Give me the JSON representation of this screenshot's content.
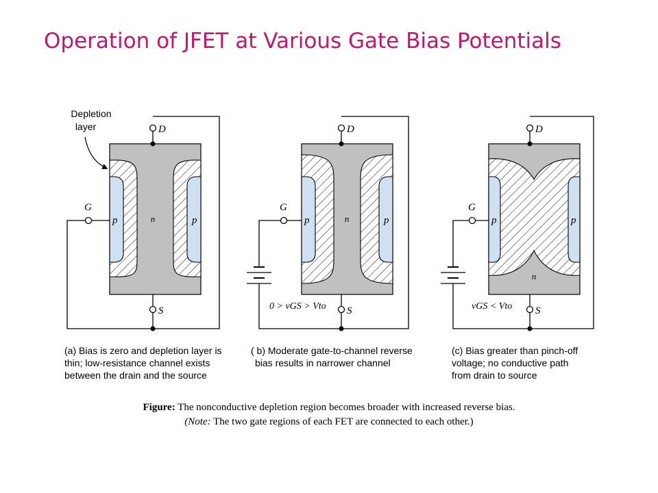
{
  "slide": {
    "title": "Operation of JFET at Various Gate Bias Potentials"
  },
  "labels": {
    "depletion_line1": "Depletion",
    "depletion_line2": "layer"
  },
  "panels": [
    {
      "id": "a",
      "gate": "G",
      "drain": "D",
      "source": "S",
      "p": "p",
      "n": "n",
      "bias_label": "",
      "caption_lines": [
        "(a) Bias is zero and depletion layer is",
        "thin; low-resistance channel exists",
        "between the drain and the source"
      ]
    },
    {
      "id": "b",
      "gate": "G",
      "drain": "D",
      "source": "S",
      "p": "p",
      "n": "n",
      "bias_label": "0 > vGS > Vto",
      "caption_lines": [
        "( b) Moderate gate-to-channel reverse",
        "bias results in narrower channel"
      ]
    },
    {
      "id": "c",
      "gate": "G",
      "drain": "D",
      "source": "S",
      "p": "p",
      "n": "n",
      "bias_label": "vGS < Vto",
      "caption_lines": [
        "(c) Bias greater than pinch-off",
        "voltage; no conductive path",
        "from drain to source"
      ]
    }
  ],
  "figure_caption": {
    "lead": "Figure:",
    "line1": "The nonconductive depletion region becomes broader with increased reverse bias.",
    "note_lead": "(Note:",
    "line2": "The two gate regions of each FET are connected to each other.)"
  },
  "colors": {
    "title": "#c0186a",
    "n_region": "#c0c0c0",
    "p_region": "#cfe0f0"
  }
}
